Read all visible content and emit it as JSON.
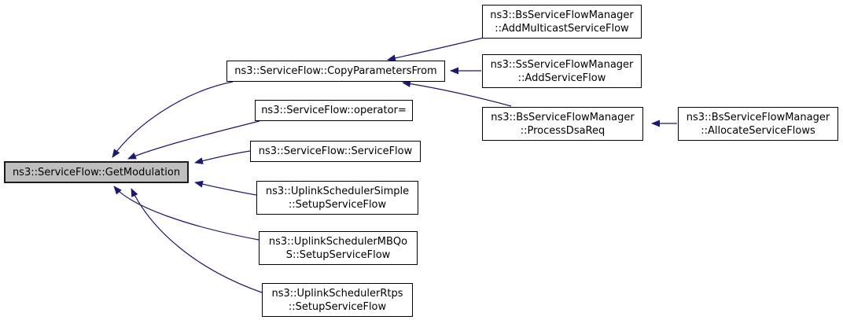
{
  "diagram": {
    "kind": "doxygen-caller-graph",
    "root_function": "ns3::ServiceFlow::GetModulation",
    "colors": {
      "edge": "#191970",
      "node_border": "#000000",
      "node_fill": "#ffffff",
      "highlight_fill": "#bfbfbf",
      "text": "#000000",
      "background": "#ffffff"
    },
    "nodes": [
      {
        "id": "getmodulation",
        "highlighted": true,
        "lines": [
          "ns3::ServiceFlow::GetModulation"
        ]
      },
      {
        "id": "copyparametersfrom",
        "highlighted": false,
        "lines": [
          "ns3::ServiceFlow::CopyParametersFrom"
        ]
      },
      {
        "id": "operator-assign",
        "highlighted": false,
        "lines": [
          "ns3::ServiceFlow::operator="
        ]
      },
      {
        "id": "serviceflow-ctor",
        "highlighted": false,
        "lines": [
          "ns3::ServiceFlow::ServiceFlow"
        ]
      },
      {
        "id": "uplink-simple",
        "highlighted": false,
        "lines": [
          "ns3::UplinkSchedulerSimple",
          "::SetupServiceFlow"
        ]
      },
      {
        "id": "uplink-mbqos",
        "highlighted": false,
        "lines": [
          "ns3::UplinkSchedulerMBQo",
          "S::SetupServiceFlow"
        ]
      },
      {
        "id": "uplink-rtps",
        "highlighted": false,
        "lines": [
          "ns3::UplinkSchedulerRtps",
          "::SetupServiceFlow"
        ]
      },
      {
        "id": "add-multicast",
        "highlighted": false,
        "lines": [
          "ns3::BsServiceFlowManager",
          "::AddMulticastServiceFlow"
        ]
      },
      {
        "id": "add-serviceflow",
        "highlighted": false,
        "lines": [
          "ns3::SsServiceFlowManager",
          "::AddServiceFlow"
        ]
      },
      {
        "id": "process-dsa-req",
        "highlighted": false,
        "lines": [
          "ns3::BsServiceFlowManager",
          "::ProcessDsaReq"
        ]
      },
      {
        "id": "allocate-serviceflows",
        "highlighted": false,
        "lines": [
          "ns3::BsServiceFlowManager",
          "::AllocateServiceFlows"
        ]
      }
    ],
    "edges": [
      {
        "from": "copyparametersfrom",
        "to": "getmodulation"
      },
      {
        "from": "operator-assign",
        "to": "getmodulation"
      },
      {
        "from": "serviceflow-ctor",
        "to": "getmodulation"
      },
      {
        "from": "uplink-simple",
        "to": "getmodulation"
      },
      {
        "from": "uplink-mbqos",
        "to": "getmodulation"
      },
      {
        "from": "uplink-rtps",
        "to": "getmodulation"
      },
      {
        "from": "add-multicast",
        "to": "copyparametersfrom"
      },
      {
        "from": "add-serviceflow",
        "to": "copyparametersfrom"
      },
      {
        "from": "process-dsa-req",
        "to": "copyparametersfrom"
      },
      {
        "from": "allocate-serviceflows",
        "to": "process-dsa-req"
      }
    ]
  }
}
